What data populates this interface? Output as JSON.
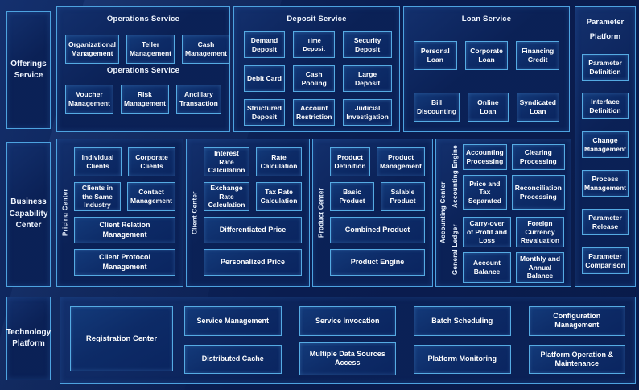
{
  "left_rail": {
    "offerings": "Offerings Service",
    "business": "Business Capability Center",
    "technology": "Technology Platform"
  },
  "operations": {
    "title": "Operations Service",
    "subtitle": "Operations Service",
    "boxes": [
      "Organizational Management",
      "Teller Management",
      "Cash Management",
      "Voucher Management",
      "Risk Management",
      "Ancillary Transaction"
    ]
  },
  "deposit": {
    "title": "Deposit Service",
    "boxes": [
      "Demand Deposit",
      "Time Deposit",
      "Security Deposit",
      "Debit Card",
      "Cash Pooling",
      "Large Deposit",
      "Structured Deposit",
      "Account Restriction",
      "Judicial Investigation"
    ]
  },
  "loan": {
    "title": "Loan Service",
    "boxes": [
      "Personal Loan",
      "Corporate Loan",
      "Financing Credit",
      "Bill Discounting",
      "Online Loan",
      "Syndicated Loan"
    ]
  },
  "parameter": {
    "title": "Parameter Platform",
    "boxes": [
      "Parameter Definition",
      "Interface Definition",
      "Change Management",
      "Process Management",
      "Parameter Release",
      "Parameter Comparison"
    ]
  },
  "pricing_center": {
    "label": "Pricing Center",
    "boxes": [
      "Individual Clients",
      "Corporate Clients",
      "Clients in the Same Industry",
      "Contact Management"
    ],
    "wide": [
      "Client Relation Management",
      "Client Protocol Management"
    ]
  },
  "client_center": {
    "label": "Client Center",
    "boxes": [
      "Interest Rate Calculation",
      "Rate Calculation",
      "Exchange Rate Calculation",
      "Tax Rate Calculation"
    ],
    "wide": [
      "Differentiated Price",
      "Personalized Price"
    ]
  },
  "product_center": {
    "label": "Product Center",
    "boxes": [
      "Product Definition",
      "Product Management",
      "Basic Product",
      "Salable Product"
    ],
    "wide": [
      "Combined Product",
      "Product Engine"
    ]
  },
  "accounting_center": {
    "label": "Accounting Center",
    "engine": {
      "label": "Accounting Engine",
      "boxes": [
        "Accounting Processing",
        "Clearing Processing",
        "Price and Tax Separated",
        "Reconciliation Processing"
      ]
    },
    "ledger": {
      "label": "General Ledger",
      "boxes": [
        "Carry-over of Profit and Loss",
        "Foreign Currency Revaluation",
        "Account Balance",
        "Monthly and Annual Balance"
      ]
    }
  },
  "technology_platform": {
    "registration": "Registration Center",
    "row1": [
      "Service Management",
      "Service Invocation",
      "Batch Scheduling",
      "Configuration Management"
    ],
    "row2": [
      "Distributed Cache",
      "Multiple Data Sources Access",
      "Platform Monitoring",
      "Platform Operation & Maintenance"
    ]
  },
  "colors": {
    "background": "#0a1d50",
    "panel_fill": "#0a2055",
    "node_fill": "#0d2b67",
    "border_light_blue": "#4da3e0",
    "node_border": "#55abe3",
    "text": "#ffffff"
  }
}
